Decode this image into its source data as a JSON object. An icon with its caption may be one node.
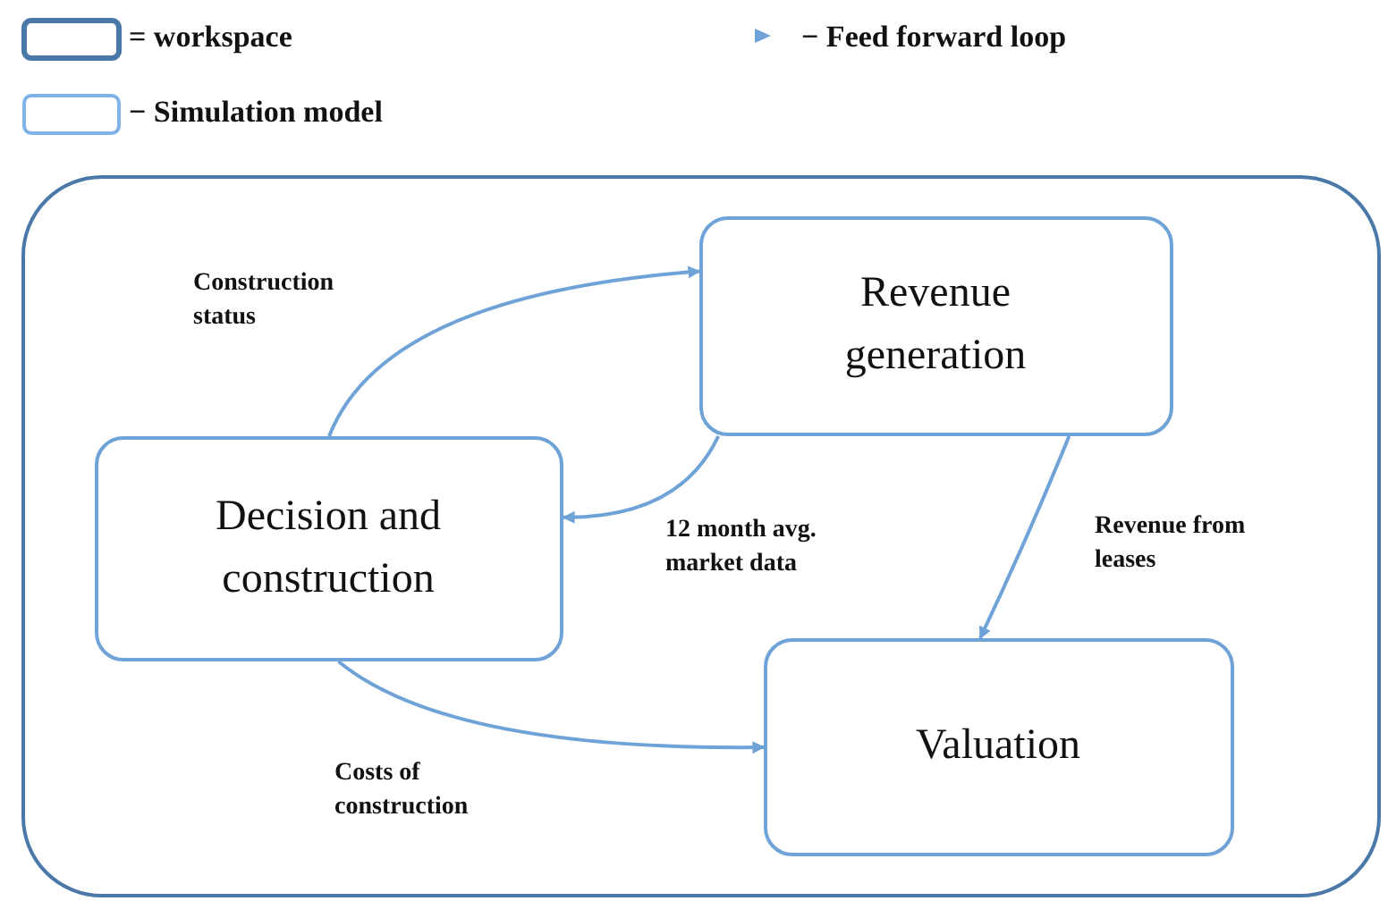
{
  "diagram": {
    "nodes": [
      {
        "text": [],
        "shape": "box"
      },
      {
        "text": [
          "Revenue generation"
        ],
        "in": 0
      },
      {
        "text": [
          "Decision and construction"
        ],
        "in": 0
      },
      {
        "text": [
          "Valuation"
        ],
        "in": 0
      }
    ],
    "edges": [
      {
        "from": 2,
        "to": 1,
        "arrow": "to",
        "label": "Construction status"
      },
      {
        "from": 1,
        "to": 2,
        "arrow": "to",
        "label": "12 month avg. market data"
      },
      {
        "from": 1,
        "to": 3,
        "arrow": "to",
        "label": "Revenue from leases"
      },
      {
        "from": 2,
        "to": 3,
        "arrow": "to",
        "label": "Costs of construction"
      }
    ],
    "legend": [
      {
        "text": "= workspace"
      },
      {
        "text": "− Simulation model"
      },
      {
        "text": "− Feed forward loop"
      }
    ]
  }
}
